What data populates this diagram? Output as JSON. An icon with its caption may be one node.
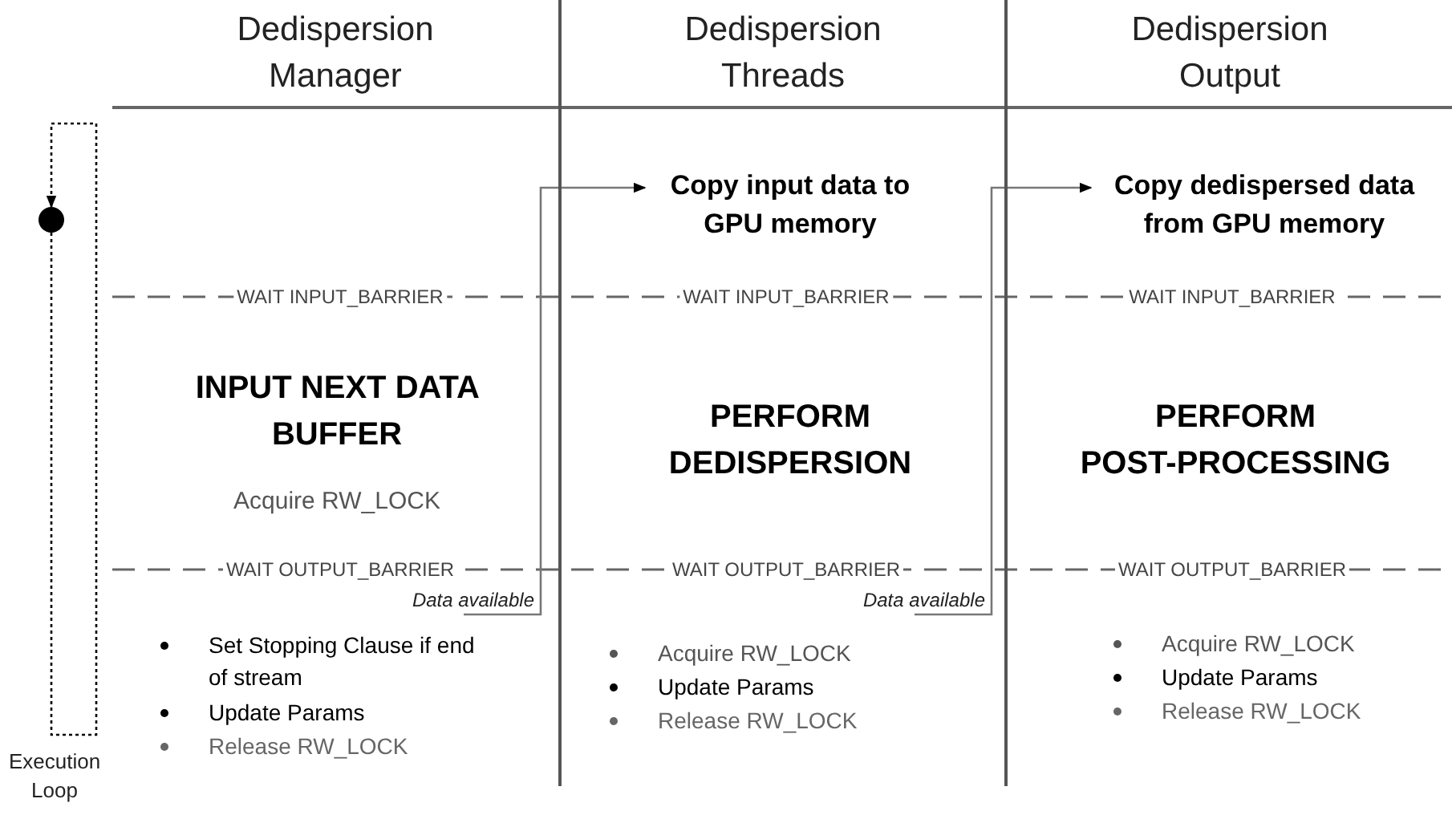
{
  "diagram": {
    "nodes": [
      {
        "text": [
          "Dedispersion Manager"
        ]
      },
      {
        "text": [
          "INPUT NEXT DATA BUFFER",
          "Acquire RW_LOCK"
        ],
        "in": 0
      },
      {
        "text": [
          "Data available"
        ],
        "in": 0
      },
      {
        "text": [
          "Dedispersion Threads"
        ]
      },
      {
        "text": [
          "Copy input data to GPU memory"
        ],
        "in": 3
      },
      {
        "text": [
          "PERFORM DEDISPERSION"
        ],
        "in": 3
      },
      {
        "text": [
          "Data available"
        ],
        "in": 3
      },
      {
        "text": [
          "Dedispersion Output"
        ]
      },
      {
        "text": [
          "Copy dedispersed data from GPU memory"
        ],
        "in": 7
      },
      {
        "text": [
          "PERFORM POST-PROCESSING"
        ],
        "in": 7
      },
      {
        "text": [],
        "shape": "circle"
      }
    ],
    "edges": [
      {
        "from": 2,
        "to": 4,
        "arrow": "to"
      },
      {
        "from": 6,
        "to": 8,
        "arrow": "to"
      },
      {
        "from": 10,
        "to": 10,
        "arrow": "to",
        "style": "dashed",
        "color": "#000000"
      }
    ],
    "labels": [
      "WAIT INPUT_BARRIER",
      "WAIT INPUT_BARRIER",
      "WAIT INPUT_BARRIER",
      "WAIT OUTPUT_BARRIER",
      "WAIT OUTPUT_BARRIER",
      "WAIT OUTPUT_BARRIER",
      "Set Stopping Clause if end of stream",
      "Update Params",
      "Release RW_LOCK",
      "Acquire RW_LOCK",
      "Update Params",
      "Release RW_LOCK",
      "Acquire RW_LOCK",
      "Update Params",
      "Release RW_LOCK",
      "Execution Loop"
    ]
  }
}
